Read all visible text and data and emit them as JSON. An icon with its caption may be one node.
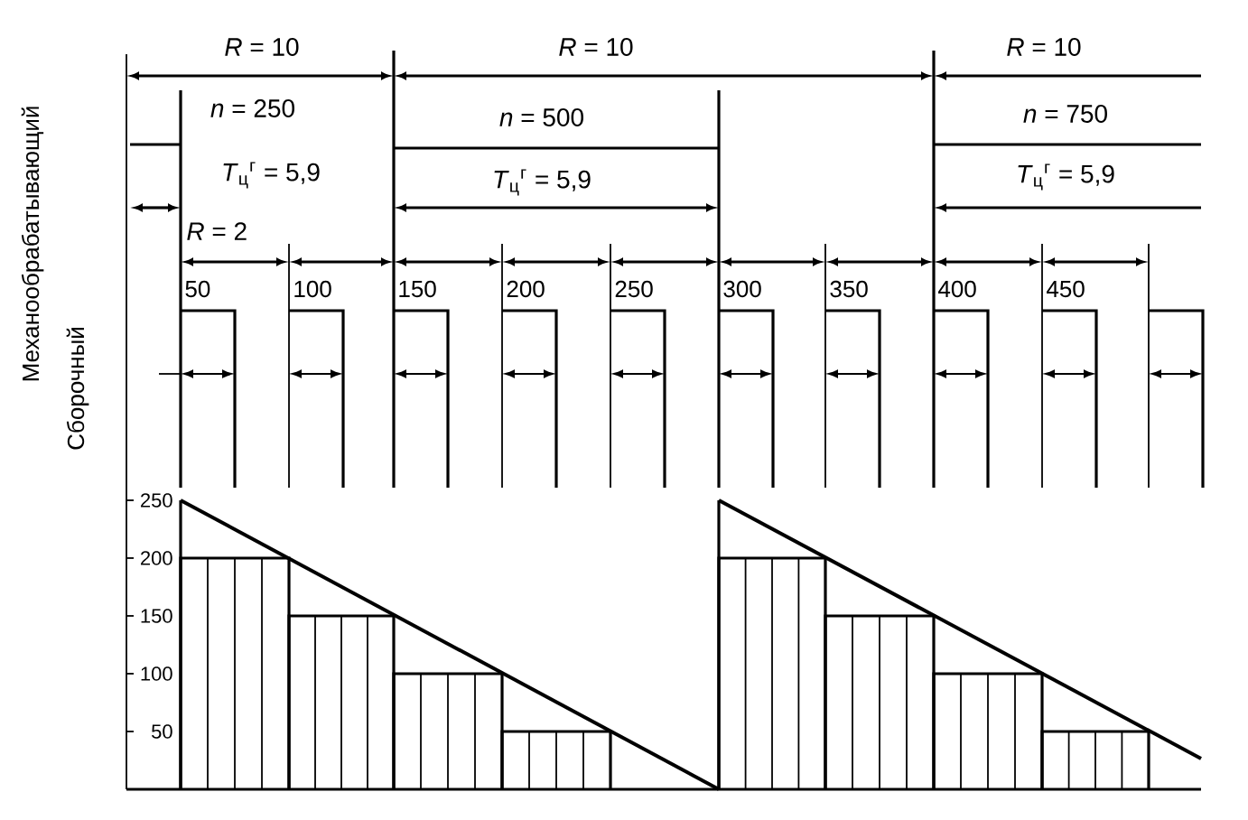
{
  "diagram": {
    "labels": [
      "Механообрабатывающий",
      "Сборочный",
      "*R* = 10",
      "*R* = 10",
      "*R* = 10",
      "*n* = 250",
      "*n* = 500",
      "*n* = 750",
      "*T*$_{ц}$$^{г}$ = 5,9",
      "*T*$_{ц}$$^{г}$ = 5,9",
      "*T*$_{ц}$$^{г}$ = 5,9",
      "*R* = 2",
      "50",
      "100",
      "150",
      "200",
      "250",
      "300",
      "350",
      "400",
      "450",
      "250",
      "200",
      "150",
      "100",
      "50"
    ]
  }
}
